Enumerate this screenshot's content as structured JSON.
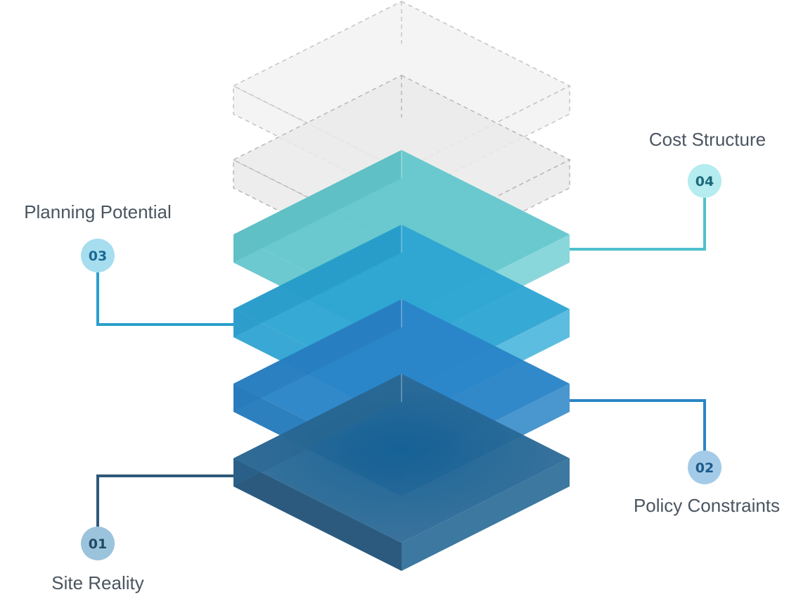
{
  "layers": [
    {
      "number": "01",
      "label": "Site Reality",
      "line_color": "#2e5878",
      "badge_fill": "#9bc3dc",
      "badge_text_color": "#1f4a66",
      "top_color": "#2f6f9c",
      "edge_color": "#2a6690",
      "side_left": "#2b5a7e",
      "side_right": "#3c78a0"
    },
    {
      "number": "02",
      "label": "Policy Constraints",
      "line_color": "#2a86c4",
      "badge_fill": "#a3cbe8",
      "badge_text_color": "#1b5a8c",
      "top_color": "#2a84c8",
      "edge_color": "#2578b8",
      "side_left": "#2d80be",
      "side_right": "#4a96cf"
    },
    {
      "number": "03",
      "label": "Planning Potential",
      "line_color": "#2a9fcb",
      "badge_fill": "#a6def0",
      "badge_text_color": "#1a6a92",
      "top_color": "#2ea6d2",
      "edge_color": "#2596c2",
      "side_left": "#39a8d4",
      "side_right": "#5cbde0"
    },
    {
      "number": "04",
      "label": "Cost Structure",
      "line_color": "#4fc0cd",
      "badge_fill": "#b4ecef",
      "badge_text_color": "#1b6878",
      "top_color": "#63c7cc",
      "edge_color": "#58b8be",
      "side_left": "#6cc9cf",
      "side_right": "#8ad7db"
    }
  ],
  "ghost_layers": [
    {
      "fill": "#eaeaea",
      "stroke": "#b8b8b8"
    },
    {
      "fill": "#f2f2f2",
      "stroke": "#c4c4c4"
    }
  ]
}
